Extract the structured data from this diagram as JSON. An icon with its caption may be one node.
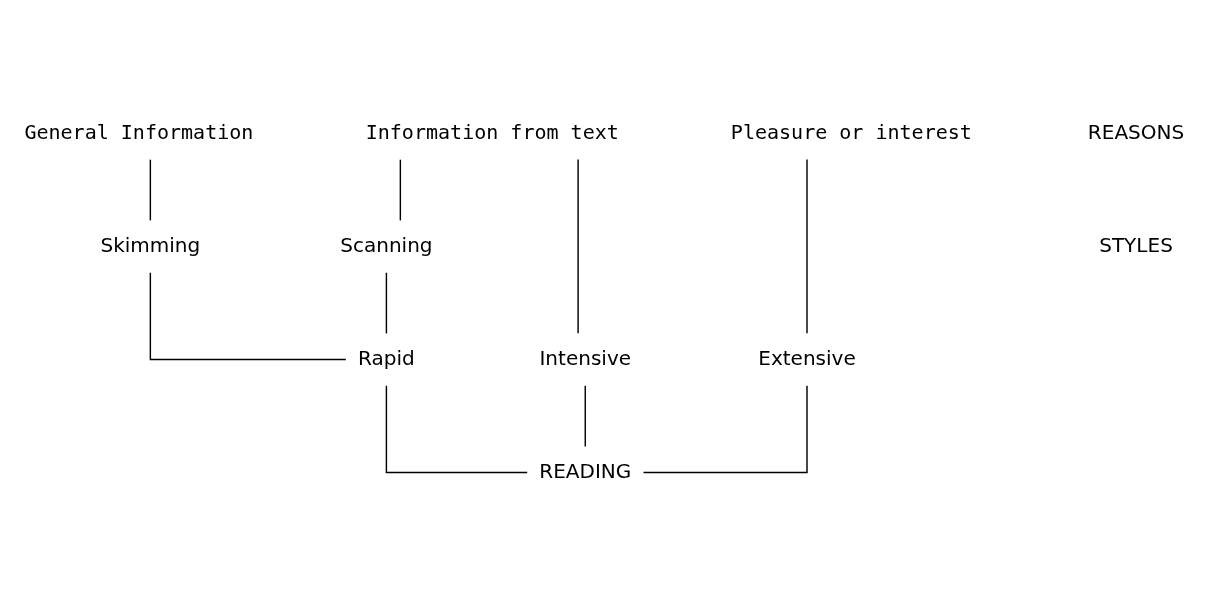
{
  "diagram": {
    "nodes": [
      {
        "text": [
          "General Information"
        ]
      },
      {
        "text": [
          "Information from text"
        ]
      },
      {
        "text": [
          "Pleasure or interest"
        ]
      },
      {
        "text": [
          "Skimming"
        ]
      },
      {
        "text": [
          "Scanning"
        ]
      },
      {
        "text": [
          "Rapid"
        ]
      },
      {
        "text": [
          "Intensive"
        ]
      },
      {
        "text": [
          "Extensive"
        ]
      },
      {
        "text": [
          "READING"
        ]
      }
    ],
    "edges": [
      {
        "from": 0,
        "to": 3,
        "arrow": "none"
      },
      {
        "from": 1,
        "to": 4,
        "arrow": "none"
      },
      {
        "from": 1,
        "to": 6,
        "arrow": "none"
      },
      {
        "from": 3,
        "to": 5,
        "arrow": "none"
      },
      {
        "from": 4,
        "to": 5,
        "arrow": "none"
      },
      {
        "from": 2,
        "to": 7,
        "arrow": "none"
      },
      {
        "from": 5,
        "to": 8,
        "arrow": "none"
      },
      {
        "from": 6,
        "to": 8,
        "arrow": "none"
      },
      {
        "from": 7,
        "to": 8,
        "arrow": "none"
      }
    ],
    "labels": [
      "REASONS",
      "STYLES"
    ]
  }
}
